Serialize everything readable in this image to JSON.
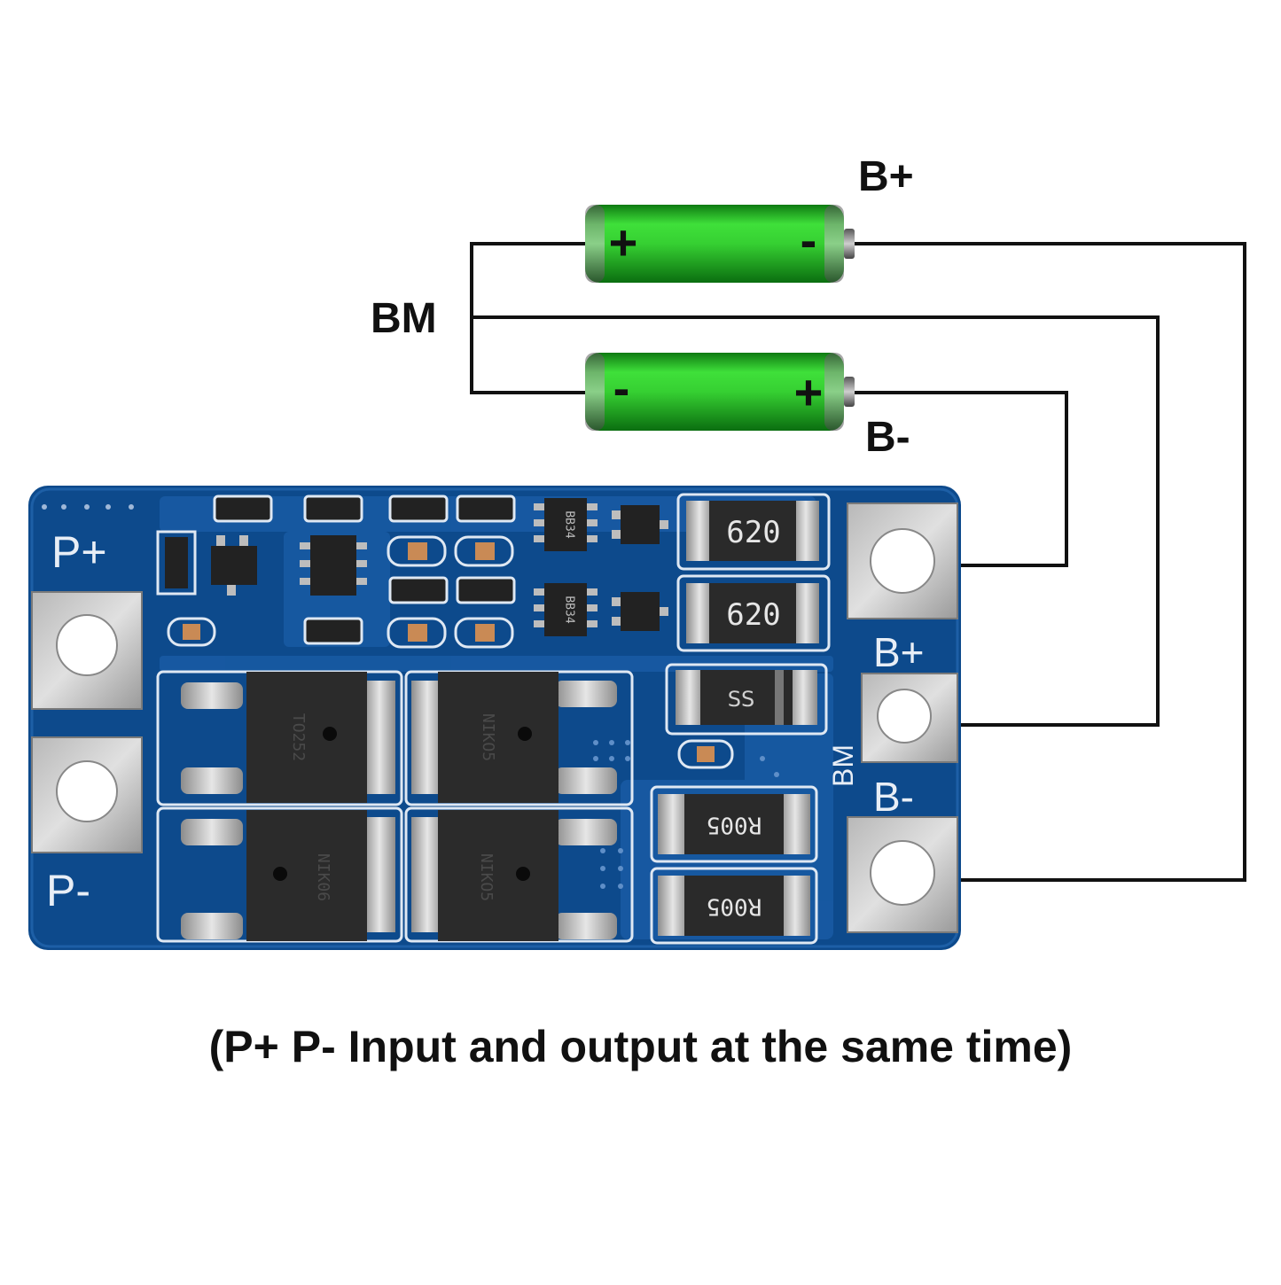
{
  "diagram": {
    "label_b_plus": "B+",
    "label_bm": "BM",
    "label_b_minus": "B-",
    "caption": "(P+ P- Input and output at the same time)"
  },
  "battery_top": {
    "left_terminal": "+",
    "right_terminal": "-"
  },
  "battery_bottom": {
    "left_terminal": "-",
    "right_terminal": "+"
  },
  "board": {
    "pad_labels": {
      "p_plus": "P+",
      "p_minus": "P-",
      "b_plus": "B+",
      "bm": "BM",
      "b_minus": "B-"
    },
    "resistor_top": "620",
    "resistor_mid": "620",
    "shunt_top": "R005",
    "shunt_bottom": "R005",
    "diode_marking": "SS",
    "ic_1_marking": "BB34",
    "ic_2_marking": "BB34",
    "mosfet_1_marking": "TO252",
    "mosfet_2_marking": "NIKO5",
    "mosfet_3_marking": "NIK06",
    "mosfet_4_marking": "NIKO5"
  },
  "colors": {
    "pcb": "#0d4a8c",
    "pcb_trace": "#1a5fb4",
    "silk": "#e8eef6",
    "battery_green": "#2ecc2e",
    "wire": "#111111"
  }
}
